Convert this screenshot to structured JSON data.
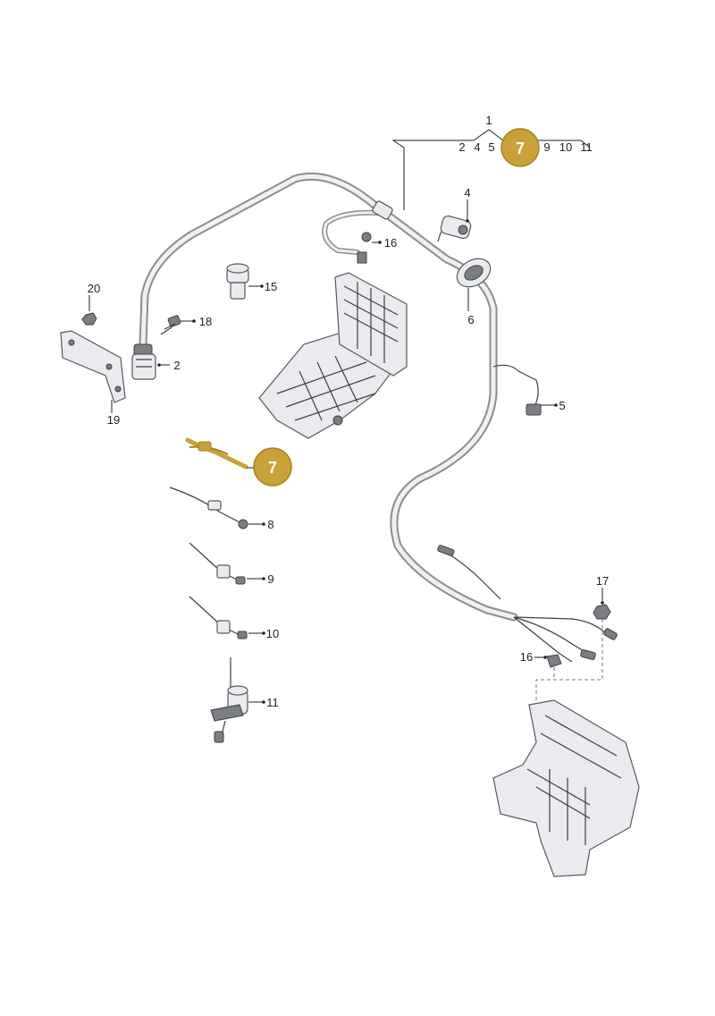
{
  "diagram": {
    "callouts": {
      "c1": "1",
      "c1_sub": [
        "2",
        "4",
        "5",
        "9",
        "10",
        "11"
      ],
      "c2": "2",
      "c4": "4",
      "c5": "5",
      "c6": "6",
      "c8": "8",
      "c9": "9",
      "c10": "10",
      "c11": "11",
      "c15": "15",
      "c16a": "16",
      "c16b": "16",
      "c17": "17",
      "c18": "18",
      "c19": "19",
      "c20": "20"
    },
    "highlight": {
      "label": "7",
      "color": "#c9a13a",
      "border": "#a88221",
      "highlighted_part_color": "#c9a13a"
    },
    "colors": {
      "harness": "#8a8e92",
      "part_fill": "#e9ebee",
      "line": "#55595d"
    }
  }
}
